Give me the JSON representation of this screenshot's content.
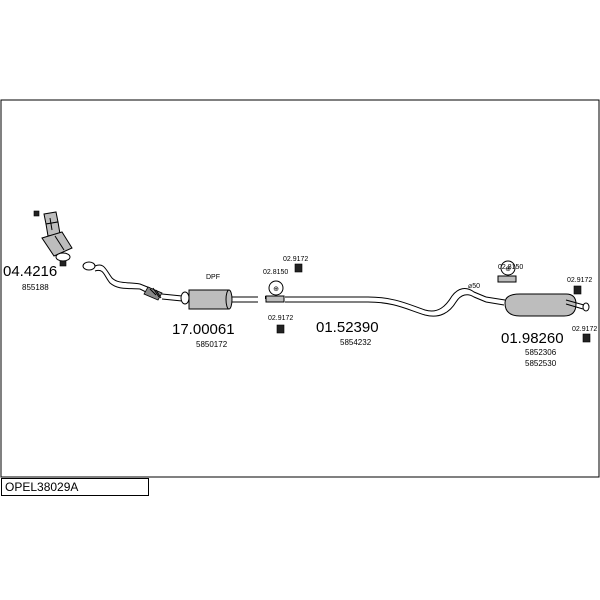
{
  "reference_code": "OPEL38029A",
  "labels": {
    "dpf": "DPF",
    "pipe_dia": "⌀50"
  },
  "parts": [
    {
      "part_number": "04.4216",
      "oe_numbers": [
        "855188"
      ]
    },
    {
      "part_number": "17.00061",
      "oe_numbers": [
        "5850172"
      ]
    },
    {
      "part_number": "01.52390",
      "oe_numbers": [
        "5854232"
      ]
    },
    {
      "part_number": "01.98260",
      "oe_numbers": [
        "5852306",
        "5852530"
      ]
    }
  ],
  "fittings": [
    {
      "code": "02.9172"
    },
    {
      "code": "02.8150"
    },
    {
      "code": "02.9172"
    },
    {
      "code": "02.8150"
    },
    {
      "code": "02.9172"
    },
    {
      "code": "02.9172"
    }
  ],
  "colors": {
    "part_fill": "#bdbdbd",
    "line": "#000000",
    "background": "#ffffff"
  }
}
